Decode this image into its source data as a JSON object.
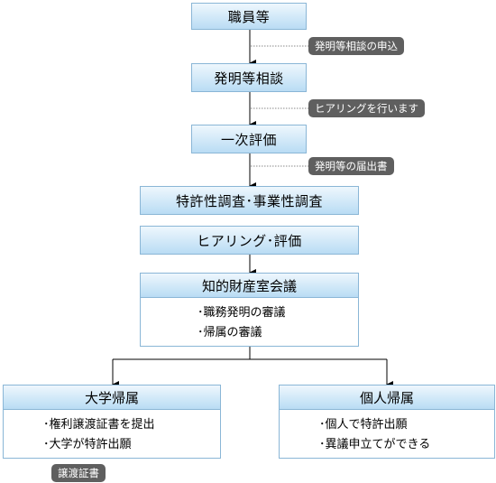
{
  "flow": {
    "step1": "職員等",
    "step2": "発明等相談",
    "step3": "一次評価",
    "step4": "特許性調査･事業性調査",
    "step5": "ヒアリング･評価",
    "committee": {
      "title": "知的財産室会議",
      "items": [
        "･職務発明の審議",
        "･帰属の審議"
      ]
    }
  },
  "notes": {
    "note1": "発明等相談の申込",
    "note2": "ヒアリングを行います",
    "note3": "発明等の届出書",
    "note4": "譲渡証書"
  },
  "outcomes": {
    "university": {
      "title": "大学帰属",
      "items": [
        "･権利譲渡証書を提出",
        "･大学が特許出願"
      ]
    },
    "individual": {
      "title": "個人帰属",
      "items": [
        "･個人で特許出願",
        "･異議申立てができる"
      ]
    }
  }
}
